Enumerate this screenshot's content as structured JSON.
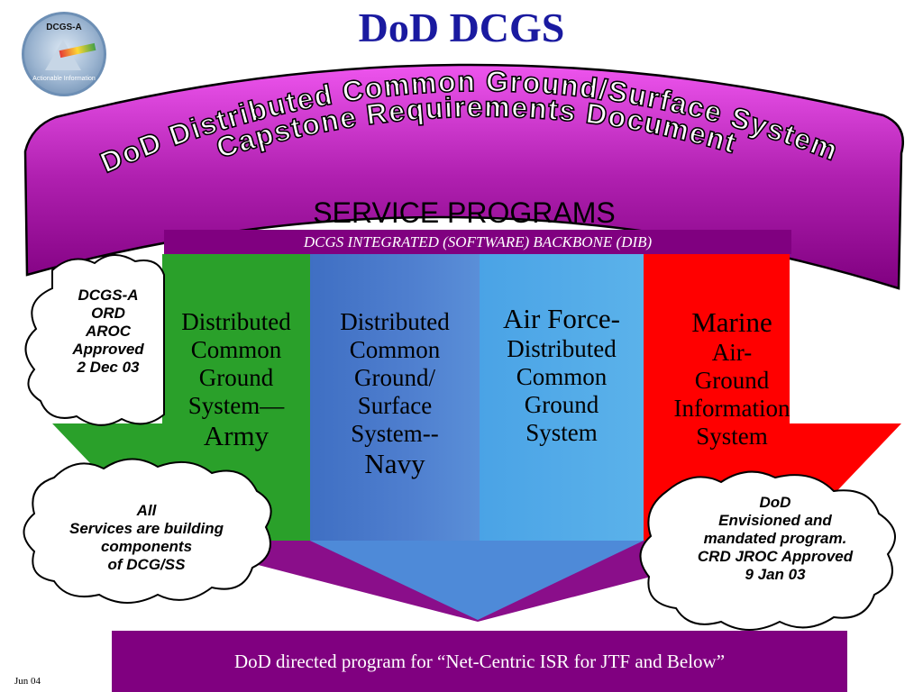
{
  "title": "DoD DCGS",
  "logo": {
    "top_text": "DCGS-A",
    "tagline": "Actionable Information"
  },
  "capstone": {
    "line1": "DoD Distributed Common Ground/Surface System",
    "line2": "Capstone Requirements Document"
  },
  "service_programs_label": "SERVICE PROGRAMS",
  "dib_label": "DCGS INTEGRATED (SOFTWARE) BACKBONE (DIB)",
  "columns": [
    {
      "lines": [
        "Distributed",
        "Common",
        "Ground",
        "System—",
        "Army"
      ]
    },
    {
      "lines": [
        "Distributed",
        "Common",
        "Ground/",
        "Surface",
        "System--",
        "Navy"
      ]
    },
    {
      "lines": [
        "Air Force-",
        "Distributed",
        "Common",
        "Ground",
        "System"
      ]
    },
    {
      "lines": [
        "Marine",
        "Air-",
        "Ground",
        "Information",
        "System"
      ]
    }
  ],
  "clouds": {
    "dcgs_a": [
      "DCGS-A",
      "ORD",
      "AROC",
      "Approved",
      "2 Dec 03"
    ],
    "all_services": [
      "All",
      "Services are building",
      "components",
      "of DCG/SS"
    ],
    "dod": [
      "DoD",
      "Envisioned and",
      "mandated program.",
      "CRD JROC Approved",
      "9 Jan 03"
    ]
  },
  "bottom_banner": "DoD directed program for “Net-Centric ISR for JTF and Below”",
  "footer_date": "Jun 04",
  "colors": {
    "title": "#1a1aa0",
    "banner_purple": "#800080",
    "army_green": "#2aa02a",
    "navy_blue": "#3f6fc3",
    "air_force_blue": "#4aa3e6",
    "marine_red": "#ff0000"
  }
}
